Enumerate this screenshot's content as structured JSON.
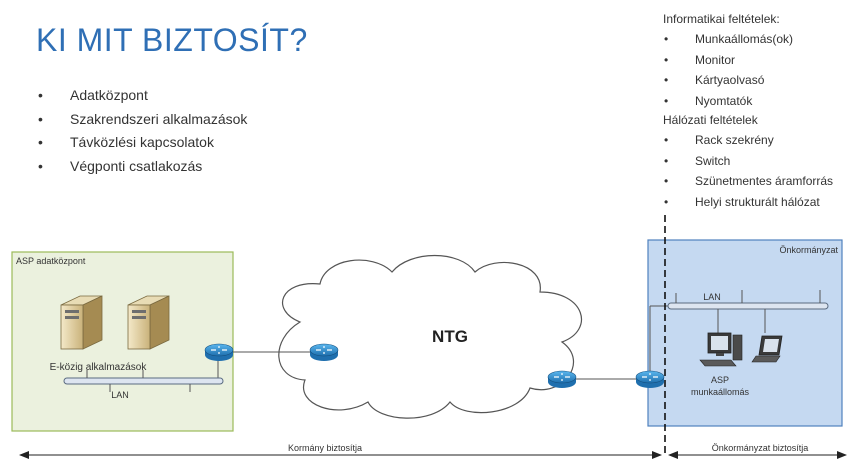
{
  "title": "KI MIT BIZTOSÍT?",
  "left_bullets": [
    "Adatközpont",
    "Szakrendszeri alkalmazások",
    "Távközlési kapcsolatok",
    "Végponti csatlakozás"
  ],
  "informatikai": {
    "heading": "Informatikai feltételek:",
    "items": [
      "Munkaállomás(ok)",
      "Monitor",
      "Kártyaolvasó",
      "Nyomtatók"
    ]
  },
  "halozati": {
    "heading": "Hálózati feltételek",
    "items": [
      "Rack szekrény",
      "Switch",
      "Szünetmentes áramforrás",
      "Helyi strukturált hálózat"
    ]
  },
  "diagram": {
    "asp_box_label": "ASP adatközpont",
    "apps_label": "E-közig alkalmazások",
    "lan_left": "LAN",
    "cloud_label": "NTG",
    "onk_box_label": "Önkormányzat",
    "lan_right": "LAN",
    "workstation_line1": "ASP",
    "workstation_line2": "munkaállomás",
    "gov_label": "Kormány biztosítja",
    "onk_provides_label": "Önkormányzat biztosítja"
  },
  "colors": {
    "title": "#2f6fb5",
    "asp_box_fill": "#ebf1de",
    "asp_box_border": "#9bbb59",
    "onk_box_fill": "#c5d9f1",
    "onk_box_border": "#4f81bd",
    "router": "#2f8fcf"
  }
}
